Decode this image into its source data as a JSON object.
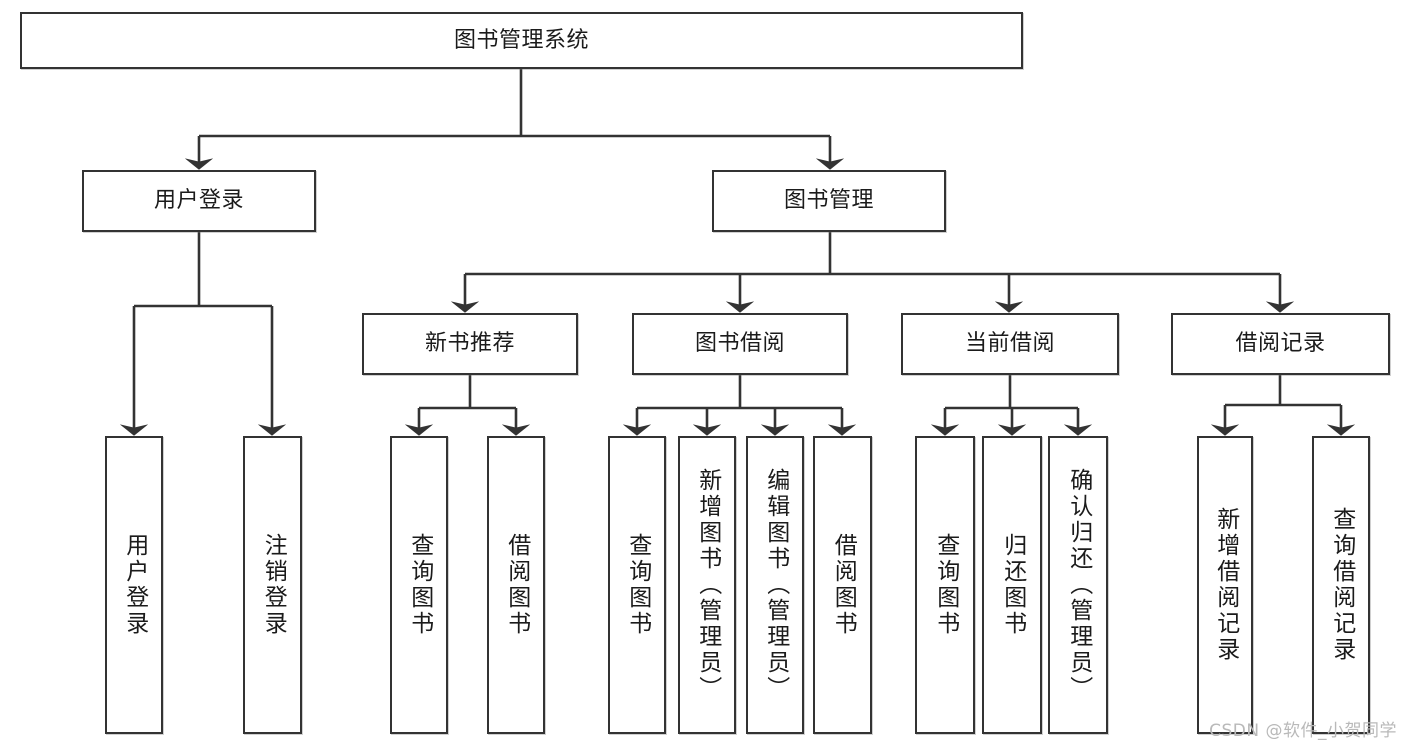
{
  "diagram": {
    "title": "图书管理系统",
    "type": "tree",
    "watermark": "CSDN @软件_小贺同学",
    "colors": {
      "box_border": "#333333",
      "box_fill": "#ffffff",
      "line": "#333333",
      "text": "#1b1b1b",
      "watermark": "#b9b9b9"
    },
    "nodes": {
      "root": {
        "label": "图书管理系统"
      },
      "level2": [
        {
          "label": "用户登录"
        },
        {
          "label": "图书管理"
        }
      ],
      "level3": [
        {
          "label": "新书推荐"
        },
        {
          "label": "图书借阅"
        },
        {
          "label": "当前借阅"
        },
        {
          "label": "借阅记录"
        }
      ],
      "leaves": {
        "user_login": [
          {
            "label": "用户登录"
          },
          {
            "label": "注销登录"
          }
        ],
        "new_book": [
          {
            "label": "查询图书"
          },
          {
            "label": "借阅图书"
          }
        ],
        "book_borrow": [
          {
            "label": "查询图书"
          },
          {
            "label": "新增图书（管理员）"
          },
          {
            "label": "编辑图书（管理员）"
          },
          {
            "label": "借阅图书"
          }
        ],
        "current_borrow": [
          {
            "label": "查询图书"
          },
          {
            "label": "归还图书"
          },
          {
            "label": "确认归还（管理员）"
          }
        ],
        "borrow_record": [
          {
            "label": "新增借阅记录"
          },
          {
            "label": "查询借阅记录"
          }
        ]
      }
    }
  }
}
